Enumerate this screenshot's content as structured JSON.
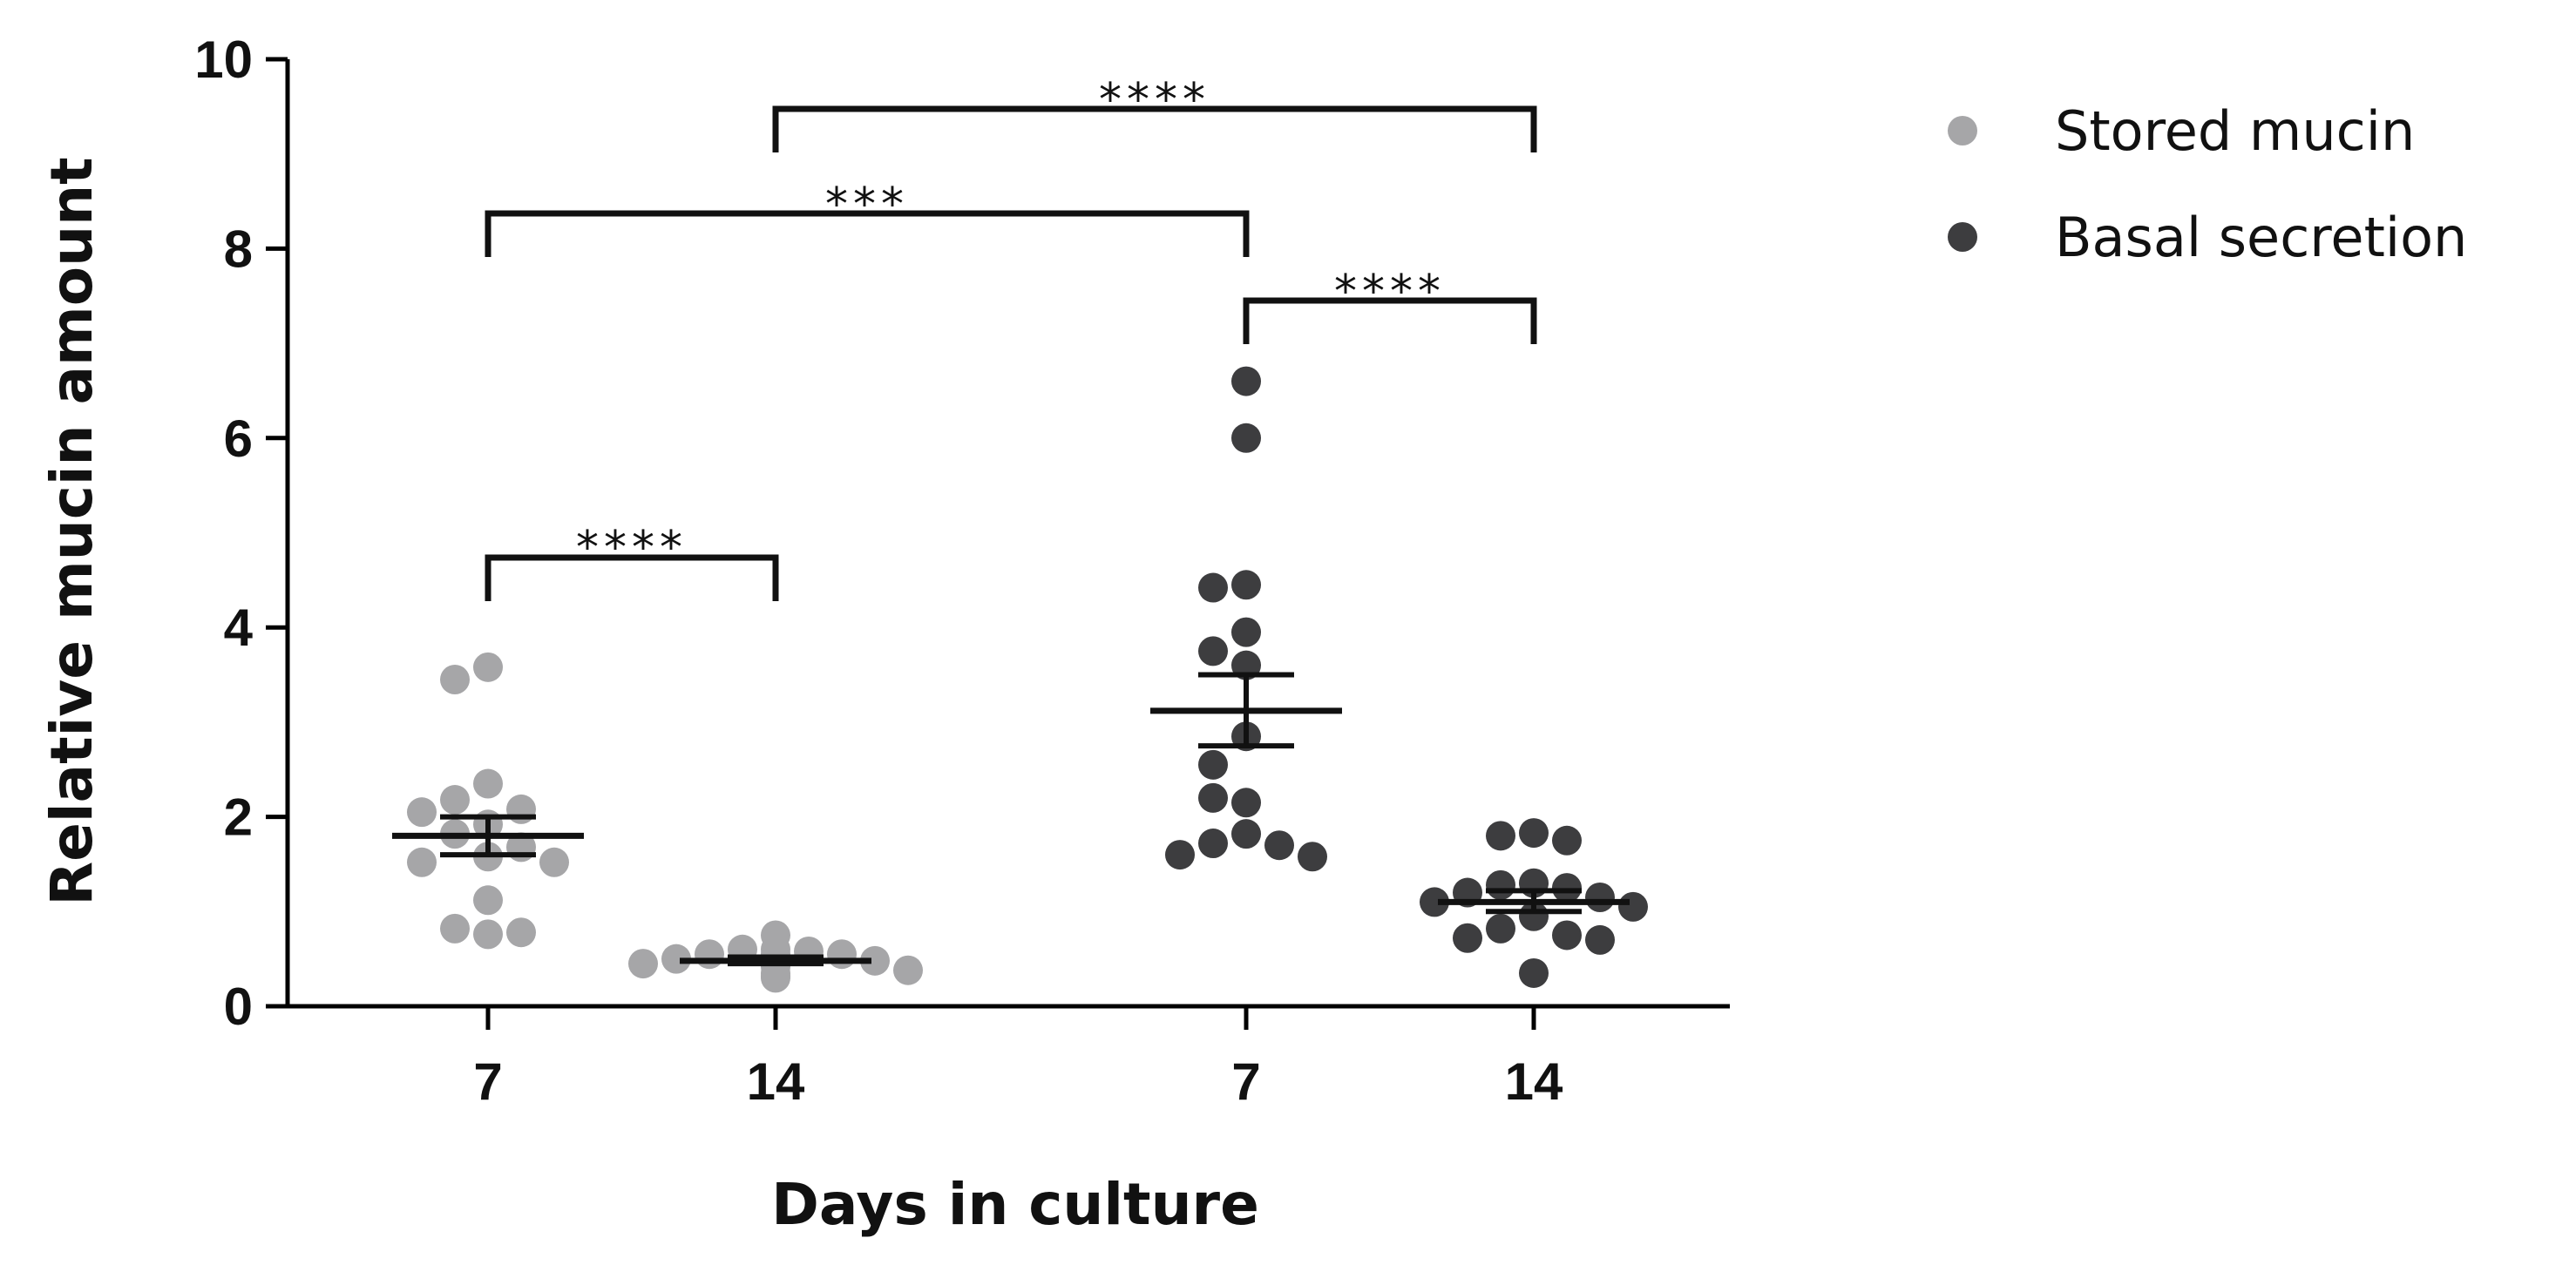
{
  "chart_data": {
    "type": "scatter",
    "xlabel": "Days in culture",
    "ylabel": "Relative mucin amount",
    "ylim": [
      0,
      10
    ],
    "yticks": [
      "0",
      "2",
      "4",
      "6",
      "8",
      "10"
    ],
    "groups": [
      {
        "label": "7",
        "series": "Stored mucin"
      },
      {
        "label": "14",
        "series": "Stored mucin"
      },
      {
        "label": "7",
        "series": "Basal secretion"
      },
      {
        "label": "14",
        "series": "Basal secretion"
      }
    ],
    "series": [
      {
        "name": "Stored mucin",
        "color": "#a6a6a8",
        "groups": [
          {
            "x_label": "7",
            "mean": 1.8,
            "sem_low": 1.6,
            "sem_high": 2.0,
            "values": [
              3.58,
              3.45,
              2.35,
              2.18,
              2.08,
              2.05,
              1.92,
              1.82,
              1.68,
              1.58,
              1.52,
              1.52,
              1.12,
              0.82,
              0.76,
              0.78
            ]
          },
          {
            "x_label": "14",
            "mean": 0.48,
            "sem_low": 0.45,
            "sem_high": 0.52,
            "values": [
              0.75,
              0.6,
              0.58,
              0.55,
              0.55,
              0.5,
              0.48,
              0.45,
              0.42,
              0.38,
              0.35,
              0.32,
              0.3,
              0.55,
              0.6,
              0.5
            ]
          }
        ]
      },
      {
        "name": "Basal secretion",
        "color": "#3d3d3f",
        "groups": [
          {
            "x_label": "7",
            "mean": 3.12,
            "sem_low": 2.75,
            "sem_high": 3.5,
            "values": [
              6.6,
              6.0,
              4.45,
              4.42,
              3.95,
              3.75,
              3.6,
              2.85,
              2.55,
              2.15,
              2.2,
              1.82,
              1.72,
              1.7,
              1.6,
              1.58
            ]
          },
          {
            "x_label": "14",
            "mean": 1.1,
            "sem_low": 1.0,
            "sem_high": 1.22,
            "values": [
              1.83,
              1.8,
              1.75,
              1.3,
              1.28,
              1.25,
              1.2,
              1.15,
              1.1,
              1.05,
              0.95,
              0.82,
              0.75,
              0.72,
              0.7,
              0.35
            ]
          }
        ]
      }
    ],
    "significance": [
      {
        "from_group": 0,
        "to_group": 1,
        "label": "****"
      },
      {
        "from_group": 0,
        "to_group": 2,
        "label": "***"
      },
      {
        "from_group": 1,
        "to_group": 3,
        "label": "****"
      },
      {
        "from_group": 2,
        "to_group": 3,
        "label": "****"
      }
    ],
    "legend": {
      "position": "top-right",
      "entries": [
        "Stored mucin",
        "Basal secretion"
      ]
    },
    "grid": false
  }
}
